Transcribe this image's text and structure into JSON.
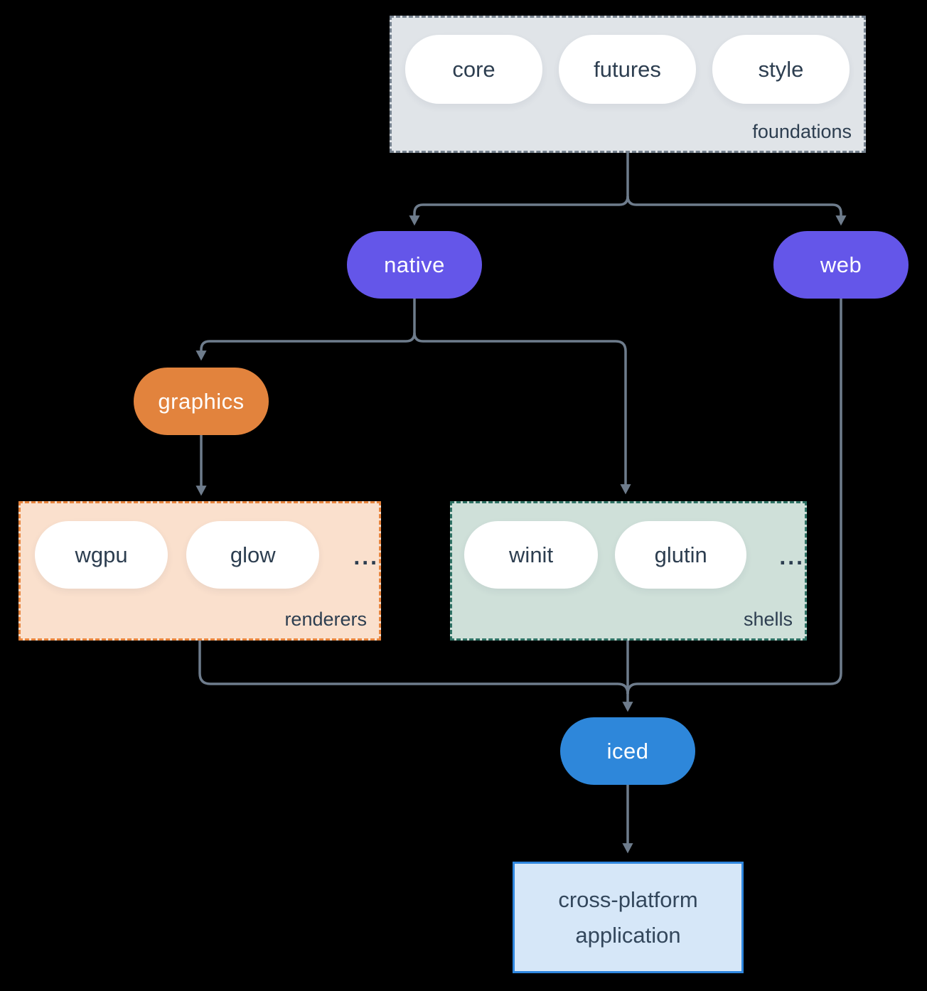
{
  "groups": {
    "foundations": {
      "label": "foundations",
      "pills": [
        "core",
        "futures",
        "style"
      ]
    },
    "renderers": {
      "label": "renderers",
      "pills": [
        "wgpu",
        "glow"
      ],
      "ellipsis": "..."
    },
    "shells": {
      "label": "shells",
      "pills": [
        "winit",
        "glutin"
      ],
      "ellipsis": "..."
    }
  },
  "nodes": {
    "native": "native",
    "web": "web",
    "graphics": "graphics",
    "iced": "iced",
    "application": "cross-platform application"
  },
  "colors": {
    "background": "#000000",
    "connector": "#6e7c8c",
    "text_dark": "#2d3e50",
    "text_light": "#ffffff",
    "purple_node": "#6456e9",
    "orange_node": "#e2833d",
    "blue_node": "#2e87da",
    "foundations_fill": "#e0e4e8",
    "foundations_border": "#76828f",
    "renderers_fill": "#fae0cd",
    "renderers_border": "#e8843c",
    "shells_fill": "#cfe0d9",
    "shells_border": "#2f7265",
    "application_fill": "#d6e7f8",
    "application_border": "#2e86de"
  }
}
